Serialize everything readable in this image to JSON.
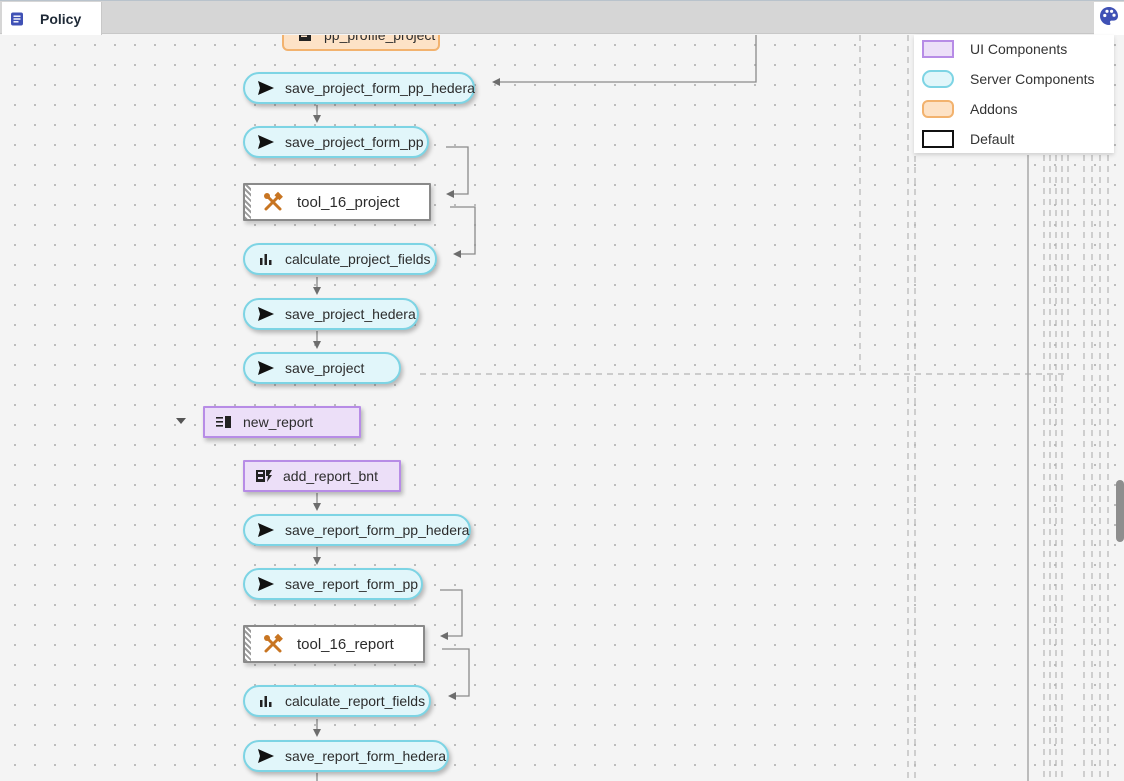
{
  "header": {
    "tab_label": "Policy",
    "tab_icon": "document-icon",
    "palette_icon": "palette-icon"
  },
  "legend": {
    "items": [
      {
        "label": "UI Components",
        "style": "ui"
      },
      {
        "label": "Server Components",
        "style": "server"
      },
      {
        "label": "Addons",
        "style": "addon"
      },
      {
        "label": "Default",
        "style": "default"
      }
    ]
  },
  "nodes": [
    {
      "label": "pp_profile_project",
      "type": "addon",
      "icon": "document-icon"
    },
    {
      "label": "save_project_form_pp_hedera",
      "type": "server",
      "icon": "send-icon"
    },
    {
      "label": "save_project_form_pp",
      "type": "server",
      "icon": "send-icon"
    },
    {
      "label": "tool_16_project",
      "type": "tool",
      "icon": "tools-icon"
    },
    {
      "label": "calculate_project_fields",
      "type": "server",
      "icon": "bar-chart-icon"
    },
    {
      "label": "save_project_hedera",
      "type": "server",
      "icon": "send-icon"
    },
    {
      "label": "save_project",
      "type": "server",
      "icon": "send-icon"
    },
    {
      "label": "new_report",
      "type": "ui",
      "icon": "list-icon"
    },
    {
      "label": "add_report_bnt",
      "type": "ui",
      "icon": "button-icon"
    },
    {
      "label": "save_report_form_pp_hedera",
      "type": "server",
      "icon": "send-icon"
    },
    {
      "label": "save_report_form_pp",
      "type": "server",
      "icon": "send-icon"
    },
    {
      "label": "tool_16_report",
      "type": "tool",
      "icon": "tools-icon"
    },
    {
      "label": "calculate_report_fields",
      "type": "server",
      "icon": "bar-chart-icon"
    },
    {
      "label": "save_report_form_hedera",
      "type": "server",
      "icon": "send-icon"
    }
  ],
  "colors": {
    "ui_fill": "#ecdff8",
    "ui_border": "#b78ce6",
    "server_fill": "#e1f6fa",
    "server_border": "#7dd4e4",
    "addon_fill": "#fde2c6",
    "addon_border": "#f2b26e",
    "tool_icon": "#c87522"
  }
}
